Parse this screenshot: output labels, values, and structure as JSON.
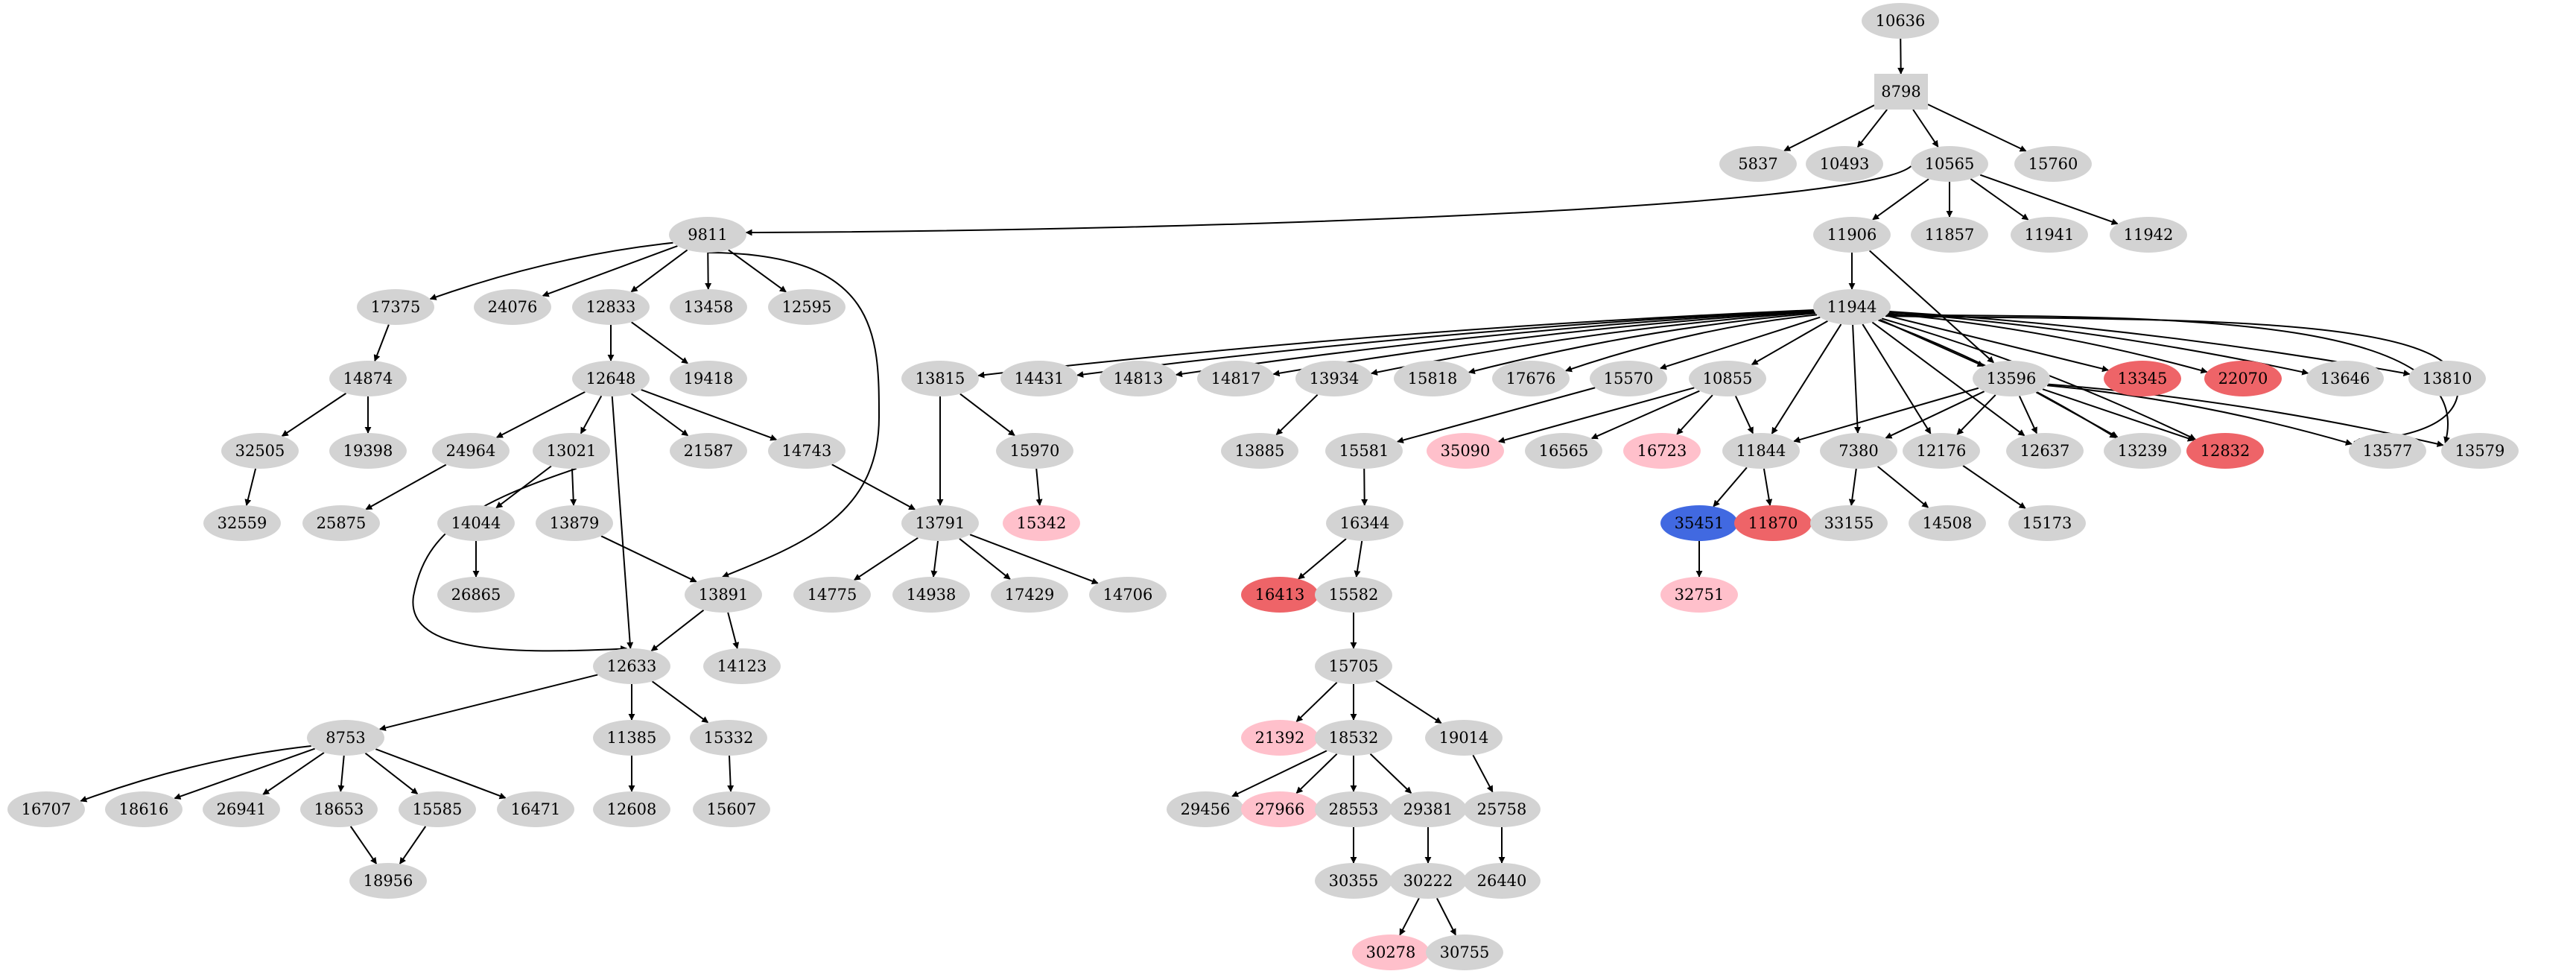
{
  "diagram": {
    "type": "directed-graph",
    "colors": {
      "default": "#d3d3d3",
      "red": "#ee6468",
      "pink": "#ffc0cb",
      "blue": "#4169e1",
      "edge": "#000000"
    },
    "nodes": [
      {
        "id": "10636",
        "label": "10636",
        "color": "default"
      },
      {
        "id": "8798",
        "label": "8798",
        "color": "default",
        "shape": "box"
      },
      {
        "id": "5837",
        "label": "5837",
        "color": "default"
      },
      {
        "id": "10493",
        "label": "10493",
        "color": "default"
      },
      {
        "id": "10565",
        "label": "10565",
        "color": "default"
      },
      {
        "id": "15760",
        "label": "15760",
        "color": "default"
      },
      {
        "id": "9811",
        "label": "9811",
        "color": "default"
      },
      {
        "id": "11906",
        "label": "11906",
        "color": "default"
      },
      {
        "id": "11857",
        "label": "11857",
        "color": "default"
      },
      {
        "id": "11941",
        "label": "11941",
        "color": "default"
      },
      {
        "id": "11942",
        "label": "11942",
        "color": "default"
      },
      {
        "id": "17375",
        "label": "17375",
        "color": "default"
      },
      {
        "id": "24076",
        "label": "24076",
        "color": "default"
      },
      {
        "id": "12833",
        "label": "12833",
        "color": "default"
      },
      {
        "id": "13458",
        "label": "13458",
        "color": "default"
      },
      {
        "id": "12595",
        "label": "12595",
        "color": "default"
      },
      {
        "id": "11944",
        "label": "11944",
        "color": "default"
      },
      {
        "id": "14874",
        "label": "14874",
        "color": "default"
      },
      {
        "id": "12648",
        "label": "12648",
        "color": "default"
      },
      {
        "id": "19418",
        "label": "19418",
        "color": "default"
      },
      {
        "id": "13815",
        "label": "13815",
        "color": "default"
      },
      {
        "id": "14431",
        "label": "14431",
        "color": "default"
      },
      {
        "id": "14813",
        "label": "14813",
        "color": "default"
      },
      {
        "id": "14817",
        "label": "14817",
        "color": "default"
      },
      {
        "id": "13934",
        "label": "13934",
        "color": "default"
      },
      {
        "id": "15818",
        "label": "15818",
        "color": "default"
      },
      {
        "id": "17676",
        "label": "17676",
        "color": "default"
      },
      {
        "id": "15570",
        "label": "15570",
        "color": "default"
      },
      {
        "id": "10855",
        "label": "10855",
        "color": "default"
      },
      {
        "id": "13596",
        "label": "13596",
        "color": "default"
      },
      {
        "id": "13345",
        "label": "13345",
        "color": "red"
      },
      {
        "id": "22070",
        "label": "22070",
        "color": "red"
      },
      {
        "id": "13646",
        "label": "13646",
        "color": "default"
      },
      {
        "id": "13810",
        "label": "13810",
        "color": "default"
      },
      {
        "id": "32505",
        "label": "32505",
        "color": "default"
      },
      {
        "id": "19398",
        "label": "19398",
        "color": "default"
      },
      {
        "id": "24964",
        "label": "24964",
        "color": "default"
      },
      {
        "id": "13021",
        "label": "13021",
        "color": "default"
      },
      {
        "id": "21587",
        "label": "21587",
        "color": "default"
      },
      {
        "id": "14743",
        "label": "14743",
        "color": "default"
      },
      {
        "id": "15970",
        "label": "15970",
        "color": "default"
      },
      {
        "id": "13885",
        "label": "13885",
        "color": "default"
      },
      {
        "id": "15581",
        "label": "15581",
        "color": "default"
      },
      {
        "id": "35090",
        "label": "35090",
        "color": "pink"
      },
      {
        "id": "16565",
        "label": "16565",
        "color": "default"
      },
      {
        "id": "16723",
        "label": "16723",
        "color": "pink"
      },
      {
        "id": "11844",
        "label": "11844",
        "color": "default"
      },
      {
        "id": "7380",
        "label": "7380",
        "color": "default"
      },
      {
        "id": "12176",
        "label": "12176",
        "color": "default"
      },
      {
        "id": "12637",
        "label": "12637",
        "color": "default"
      },
      {
        "id": "13239",
        "label": "13239",
        "color": "default"
      },
      {
        "id": "12832",
        "label": "12832",
        "color": "red"
      },
      {
        "id": "13577",
        "label": "13577",
        "color": "default"
      },
      {
        "id": "13579",
        "label": "13579",
        "color": "default"
      },
      {
        "id": "32559",
        "label": "32559",
        "color": "default"
      },
      {
        "id": "25875",
        "label": "25875",
        "color": "default"
      },
      {
        "id": "14044",
        "label": "14044",
        "color": "default"
      },
      {
        "id": "13879",
        "label": "13879",
        "color": "default"
      },
      {
        "id": "13791",
        "label": "13791",
        "color": "default"
      },
      {
        "id": "15342",
        "label": "15342",
        "color": "pink"
      },
      {
        "id": "16344",
        "label": "16344",
        "color": "default"
      },
      {
        "id": "35451",
        "label": "35451",
        "color": "blue"
      },
      {
        "id": "11870",
        "label": "11870",
        "color": "red"
      },
      {
        "id": "33155",
        "label": "33155",
        "color": "default"
      },
      {
        "id": "14508",
        "label": "14508",
        "color": "default"
      },
      {
        "id": "15173",
        "label": "15173",
        "color": "default"
      },
      {
        "id": "26865",
        "label": "26865",
        "color": "default"
      },
      {
        "id": "13891",
        "label": "13891",
        "color": "default"
      },
      {
        "id": "14775",
        "label": "14775",
        "color": "default"
      },
      {
        "id": "14938",
        "label": "14938",
        "color": "default"
      },
      {
        "id": "17429",
        "label": "17429",
        "color": "default"
      },
      {
        "id": "14706",
        "label": "14706",
        "color": "default"
      },
      {
        "id": "16413",
        "label": "16413",
        "color": "red"
      },
      {
        "id": "15582",
        "label": "15582",
        "color": "default"
      },
      {
        "id": "32751",
        "label": "32751",
        "color": "pink"
      },
      {
        "id": "12633",
        "label": "12633",
        "color": "default"
      },
      {
        "id": "14123",
        "label": "14123",
        "color": "default"
      },
      {
        "id": "15705",
        "label": "15705",
        "color": "default"
      },
      {
        "id": "8753",
        "label": "8753",
        "color": "default"
      },
      {
        "id": "11385",
        "label": "11385",
        "color": "default"
      },
      {
        "id": "15332",
        "label": "15332",
        "color": "default"
      },
      {
        "id": "21392",
        "label": "21392",
        "color": "pink"
      },
      {
        "id": "18532",
        "label": "18532",
        "color": "default"
      },
      {
        "id": "19014",
        "label": "19014",
        "color": "default"
      },
      {
        "id": "16707",
        "label": "16707",
        "color": "default"
      },
      {
        "id": "18616",
        "label": "18616",
        "color": "default"
      },
      {
        "id": "26941",
        "label": "26941",
        "color": "default"
      },
      {
        "id": "18653",
        "label": "18653",
        "color": "default"
      },
      {
        "id": "15585",
        "label": "15585",
        "color": "default"
      },
      {
        "id": "16471",
        "label": "16471",
        "color": "default"
      },
      {
        "id": "12608",
        "label": "12608",
        "color": "default"
      },
      {
        "id": "15607",
        "label": "15607",
        "color": "default"
      },
      {
        "id": "29456",
        "label": "29456",
        "color": "default"
      },
      {
        "id": "27966",
        "label": "27966",
        "color": "pink"
      },
      {
        "id": "28553",
        "label": "28553",
        "color": "default"
      },
      {
        "id": "29381",
        "label": "29381",
        "color": "default"
      },
      {
        "id": "25758",
        "label": "25758",
        "color": "default"
      },
      {
        "id": "18956",
        "label": "18956",
        "color": "default"
      },
      {
        "id": "30355",
        "label": "30355",
        "color": "default"
      },
      {
        "id": "30222",
        "label": "30222",
        "color": "default"
      },
      {
        "id": "26440",
        "label": "26440",
        "color": "default"
      },
      {
        "id": "30278",
        "label": "30278",
        "color": "pink"
      },
      {
        "id": "30755",
        "label": "30755",
        "color": "default"
      }
    ],
    "edges": [
      [
        "10636",
        "8798"
      ],
      [
        "8798",
        "5837"
      ],
      [
        "8798",
        "10493"
      ],
      [
        "8798",
        "10565"
      ],
      [
        "8798",
        "15760"
      ],
      [
        "10565",
        "9811"
      ],
      [
        "10565",
        "11906"
      ],
      [
        "10565",
        "11857"
      ],
      [
        "10565",
        "11941"
      ],
      [
        "10565",
        "11942"
      ],
      [
        "9811",
        "17375"
      ],
      [
        "9811",
        "24076"
      ],
      [
        "9811",
        "12833"
      ],
      [
        "9811",
        "13458"
      ],
      [
        "9811",
        "12595"
      ],
      [
        "9811",
        "13891"
      ],
      [
        "11906",
        "11944"
      ],
      [
        "11906",
        "13596"
      ],
      [
        "17375",
        "14874"
      ],
      [
        "12833",
        "12648"
      ],
      [
        "12833",
        "19418"
      ],
      [
        "11944",
        "13815"
      ],
      [
        "11944",
        "14431"
      ],
      [
        "11944",
        "14813"
      ],
      [
        "11944",
        "14817"
      ],
      [
        "11944",
        "13934"
      ],
      [
        "11944",
        "15818"
      ],
      [
        "11944",
        "17676"
      ],
      [
        "11944",
        "15570"
      ],
      [
        "11944",
        "10855"
      ],
      [
        "11944",
        "11844"
      ],
      [
        "11944",
        "7380"
      ],
      [
        "11944",
        "12176"
      ],
      [
        "11944",
        "12637"
      ],
      [
        "11944",
        "13239"
      ],
      [
        "11944",
        "13596"
      ],
      [
        "11944",
        "12832"
      ],
      [
        "11944",
        "13345"
      ],
      [
        "11944",
        "22070"
      ],
      [
        "11944",
        "13646"
      ],
      [
        "11944",
        "13810"
      ],
      [
        "11944",
        "13577"
      ],
      [
        "11944",
        "13579"
      ],
      [
        "14874",
        "32505"
      ],
      [
        "14874",
        "19398"
      ],
      [
        "12648",
        "24964"
      ],
      [
        "12648",
        "13021"
      ],
      [
        "12648",
        "21587"
      ],
      [
        "12648",
        "14743"
      ],
      [
        "12648",
        "12633"
      ],
      [
        "13815",
        "15970"
      ],
      [
        "13815",
        "13791"
      ],
      [
        "13934",
        "13885"
      ],
      [
        "15570",
        "15581"
      ],
      [
        "10855",
        "35090"
      ],
      [
        "10855",
        "16565"
      ],
      [
        "10855",
        "16723"
      ],
      [
        "10855",
        "11844"
      ],
      [
        "13596",
        "11844"
      ],
      [
        "13596",
        "7380"
      ],
      [
        "13596",
        "12176"
      ],
      [
        "13596",
        "12637"
      ],
      [
        "13596",
        "13239"
      ],
      [
        "13596",
        "12832"
      ],
      [
        "13596",
        "13577"
      ],
      [
        "13596",
        "13579"
      ],
      [
        "32505",
        "32559"
      ],
      [
        "24964",
        "25875"
      ],
      [
        "13021",
        "14044"
      ],
      [
        "13021",
        "13879"
      ],
      [
        "13021",
        "12633"
      ],
      [
        "14743",
        "13791"
      ],
      [
        "15970",
        "15342"
      ],
      [
        "15581",
        "16344"
      ],
      [
        "11844",
        "35451"
      ],
      [
        "11844",
        "11870"
      ],
      [
        "7380",
        "33155"
      ],
      [
        "7380",
        "14508"
      ],
      [
        "12176",
        "15173"
      ],
      [
        "14044",
        "26865"
      ],
      [
        "13879",
        "13891"
      ],
      [
        "13791",
        "14775"
      ],
      [
        "13791",
        "14938"
      ],
      [
        "13791",
        "17429"
      ],
      [
        "13791",
        "14706"
      ],
      [
        "16344",
        "16413"
      ],
      [
        "16344",
        "15582"
      ],
      [
        "35451",
        "32751"
      ],
      [
        "13891",
        "12633"
      ],
      [
        "13891",
        "14123"
      ],
      [
        "15582",
        "15705"
      ],
      [
        "12633",
        "8753"
      ],
      [
        "12633",
        "11385"
      ],
      [
        "12633",
        "15332"
      ],
      [
        "15705",
        "21392"
      ],
      [
        "15705",
        "18532"
      ],
      [
        "15705",
        "19014"
      ],
      [
        "8753",
        "16707"
      ],
      [
        "8753",
        "18616"
      ],
      [
        "8753",
        "26941"
      ],
      [
        "8753",
        "18653"
      ],
      [
        "8753",
        "15585"
      ],
      [
        "8753",
        "16471"
      ],
      [
        "11385",
        "12608"
      ],
      [
        "15332",
        "15607"
      ],
      [
        "18532",
        "29456"
      ],
      [
        "18532",
        "27966"
      ],
      [
        "18532",
        "28553"
      ],
      [
        "18532",
        "29381"
      ],
      [
        "19014",
        "25758"
      ],
      [
        "18653",
        "18956"
      ],
      [
        "15585",
        "18956"
      ],
      [
        "28553",
        "30355"
      ],
      [
        "29381",
        "30222"
      ],
      [
        "25758",
        "26440"
      ],
      [
        "30222",
        "30278"
      ],
      [
        "30222",
        "30755"
      ]
    ]
  }
}
